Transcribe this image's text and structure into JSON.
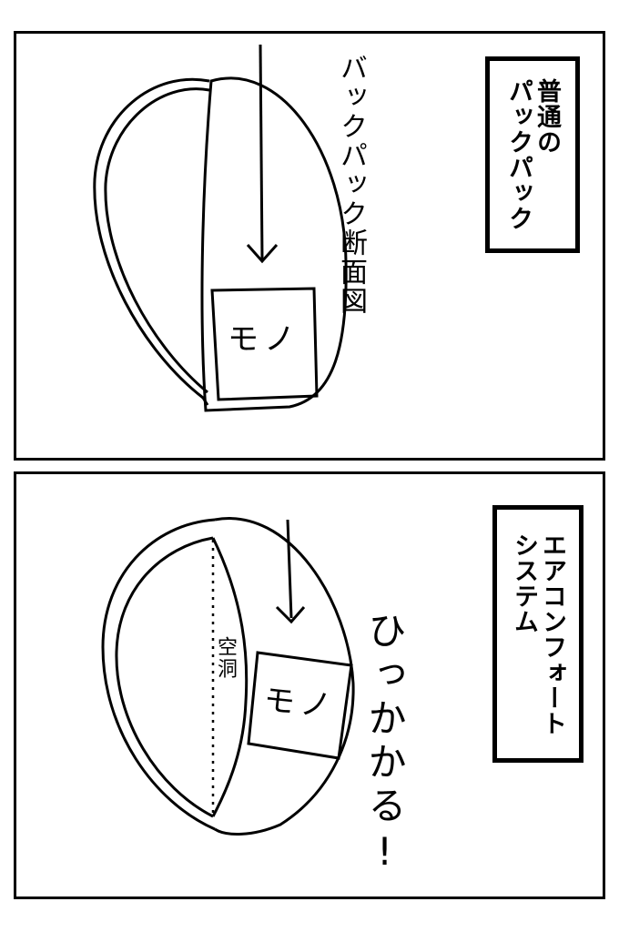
{
  "panels": [
    {
      "title_lines": [
        "普通の",
        "パックパック"
      ],
      "cross_section_label": "バックパック断面図",
      "item_label": "モノ"
    },
    {
      "title_lines": [
        "エアコンフォート",
        "システム"
      ],
      "cavity_label": "空洞",
      "item_label": "モノ",
      "snag_label": "ひっかかる!"
    }
  ]
}
